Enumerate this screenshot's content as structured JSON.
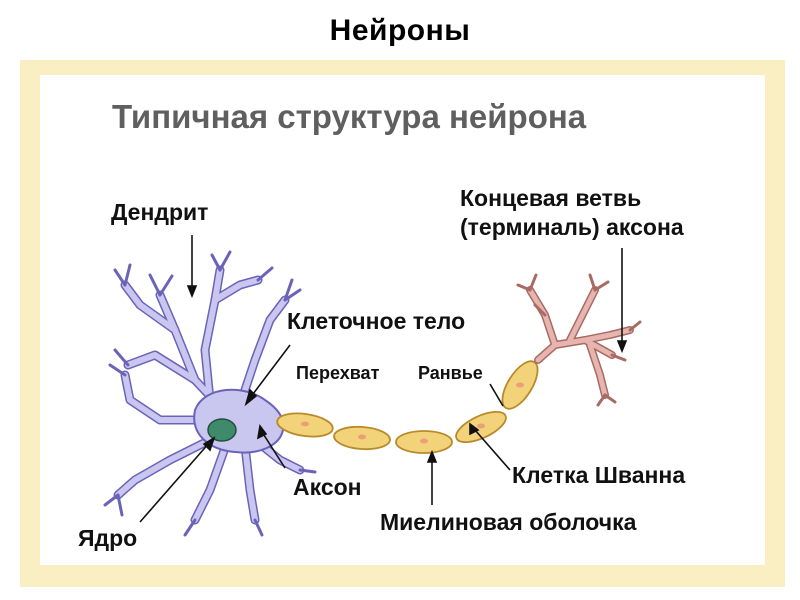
{
  "page": {
    "title": "Нейроны",
    "diagram_title": "Типичная структура нейрона"
  },
  "labels": {
    "dendrite": "Дендрит",
    "cell_body": "Клеточное тело",
    "node_of_ranvier_1": "Перехват",
    "node_of_ranvier_2": "Ранвье",
    "axon": "Аксон",
    "nucleus": "Ядро",
    "myelin_sheath": "Миелиновая оболочка",
    "schwann_cell": "Клетка Шванна",
    "axon_terminal_line1": "Концевая ветвь",
    "axon_terminal_line2": "(терминаль) аксона"
  },
  "colors": {
    "frame": "#faeec3",
    "cell_body": "#c9c6f0",
    "cell_outline": "#6a63b8",
    "nucleus": "#3f8a6b",
    "myelin": "#f3d37a",
    "myelin_outline": "#b88a2a",
    "terminal": "#e7b5b0",
    "terminal_outline": "#a86a63",
    "subtitle": "#5f5f5f"
  }
}
